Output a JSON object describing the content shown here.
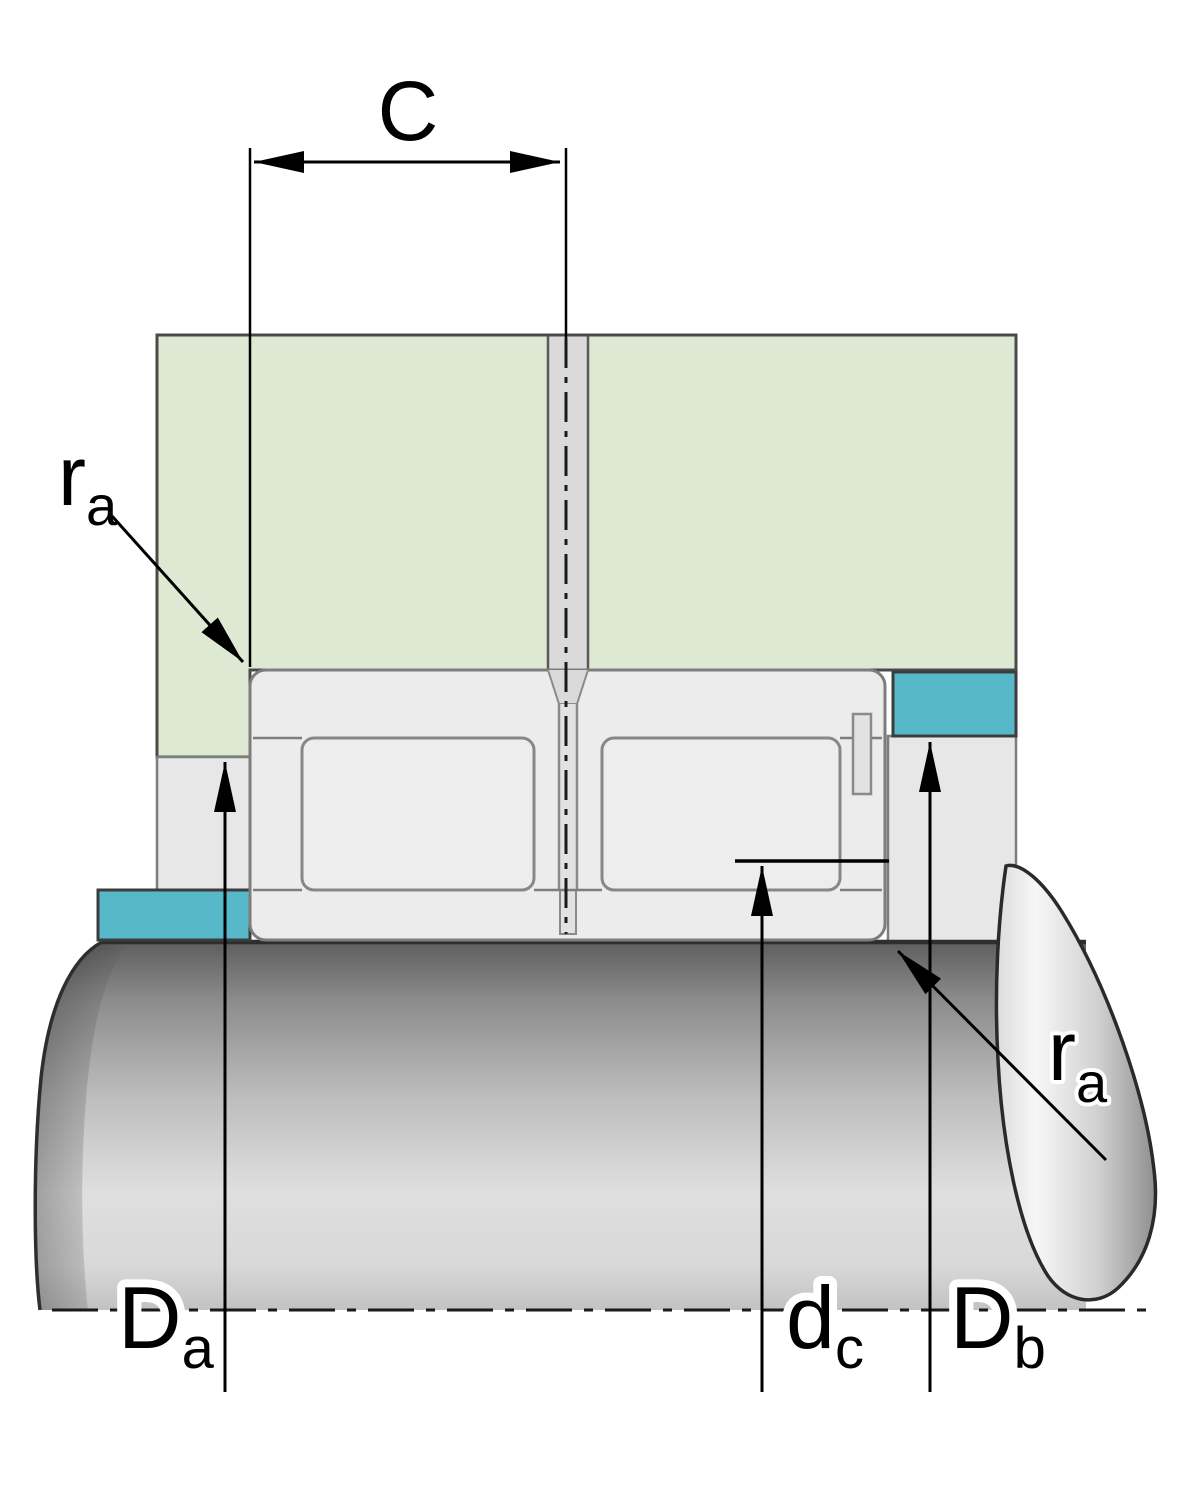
{
  "figure": {
    "type": "technical-section-diagram",
    "description": "Cylindrical roller bearing mounting arrangement cross-section with abutment and fillet dimension symbols",
    "labels": {
      "c": {
        "base": "C",
        "sub": ""
      },
      "ra_housing": {
        "base": "r",
        "sub": "a"
      },
      "ra_shaft": {
        "base": "r",
        "sub": "a"
      },
      "da": {
        "base": "D",
        "sub": "a"
      },
      "dc": {
        "base": "d",
        "sub": "c"
      },
      "db": {
        "base": "D",
        "sub": "b"
      }
    },
    "colors": {
      "housing": "#dde9d2",
      "locating_ring": "#57b8c9",
      "bearing_fill": "#ececec",
      "section_fill": "#e7e7e7",
      "slot_fill": "#dadada",
      "outline": "#4a4a4a",
      "dimension_line": "#000000"
    }
  }
}
